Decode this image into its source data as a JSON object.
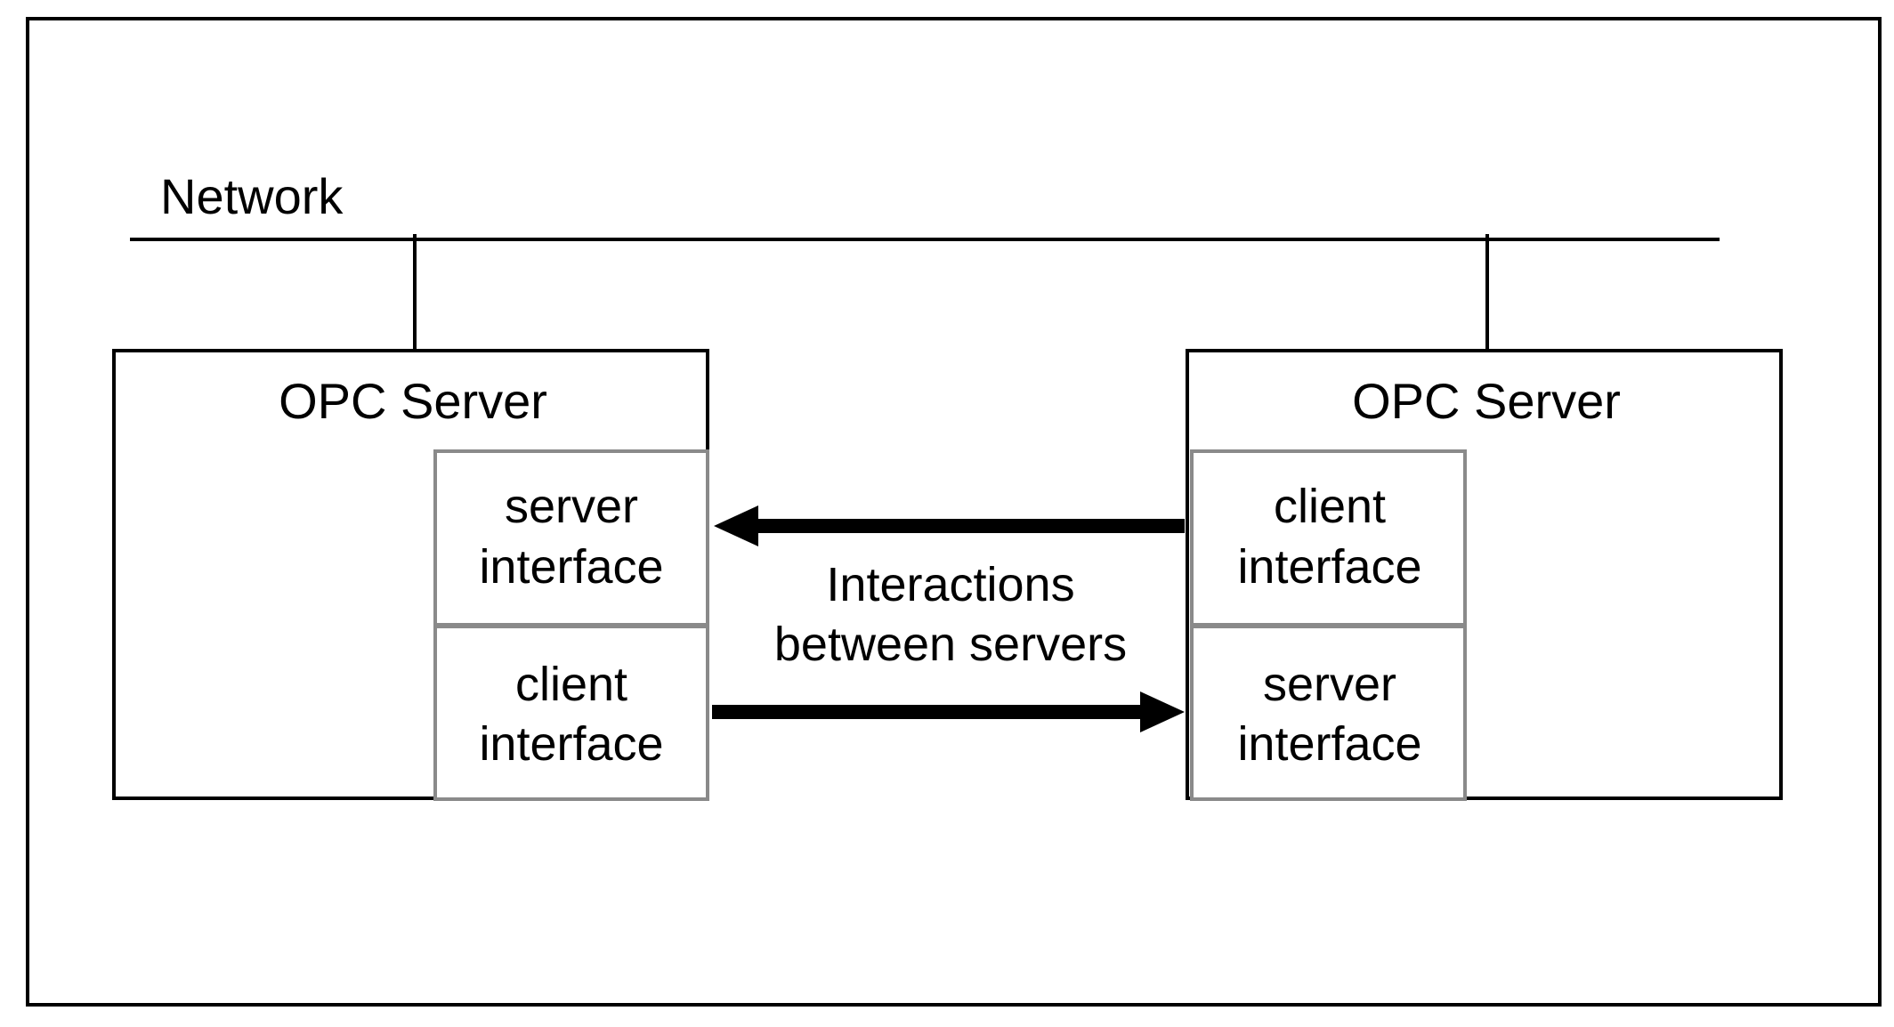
{
  "network": {
    "label": "Network"
  },
  "servers": [
    {
      "title": "OPC Server",
      "interfaces": [
        {
          "line1": "server",
          "line2": "interface"
        },
        {
          "line1": "client",
          "line2": "interface"
        }
      ]
    },
    {
      "title": "OPC Server",
      "interfaces": [
        {
          "line1": "client",
          "line2": "interface"
        },
        {
          "line1": "server",
          "line2": "interface"
        }
      ]
    }
  ],
  "interactions": {
    "line1": "Interactions",
    "line2": "between servers"
  },
  "colors": {
    "stroke": "#000000",
    "interface_border": "#8a8a8a",
    "background": "#ffffff"
  }
}
